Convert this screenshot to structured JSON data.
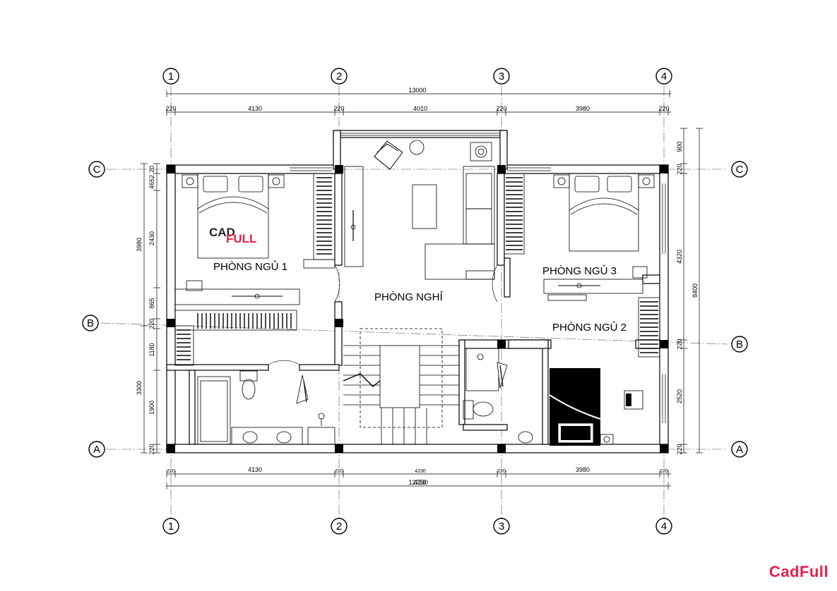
{
  "axes_top": [
    "1",
    "2",
    "3",
    "4"
  ],
  "axes_bottom": [
    "1",
    "2",
    "3",
    "4"
  ],
  "axes_left": [
    "C",
    "B",
    "A"
  ],
  "axes_right": [
    "C",
    "B",
    "A"
  ],
  "dims_top_total": "13000",
  "dims_top": [
    "220",
    "4130",
    "220",
    "4010",
    "220",
    "3980",
    "220"
  ],
  "dims_bottom": [
    "220",
    "4130",
    "220",
    "4230",
    "220",
    "3980",
    "220"
  ],
  "dims_bottom_total": "12750",
  "dims_bottom_total_overlap": "4230",
  "dims_left_outer": "3980",
  "dims_left_outer2": "3300",
  "dims_left": [
    "4652",
    "20",
    "2430",
    "865",
    "220",
    "1180",
    "1900",
    "220"
  ],
  "dims_right": [
    "900",
    "220",
    "4320",
    "220",
    "2520",
    "220"
  ],
  "dims_right_total": "8400",
  "rooms": {
    "bed1": "PHÒNG NGỦ 1",
    "bed2": "PHÒNG NGỦ 2",
    "bed3": "PHÒNG NGỦ 3",
    "lounge": "PHÒNG NGHỈ"
  },
  "stamp": {
    "cad": "CAD",
    "full": "FULL"
  },
  "brand": "CadFull",
  "colors": {
    "brand": "#e8204c",
    "ink": "#000000"
  }
}
